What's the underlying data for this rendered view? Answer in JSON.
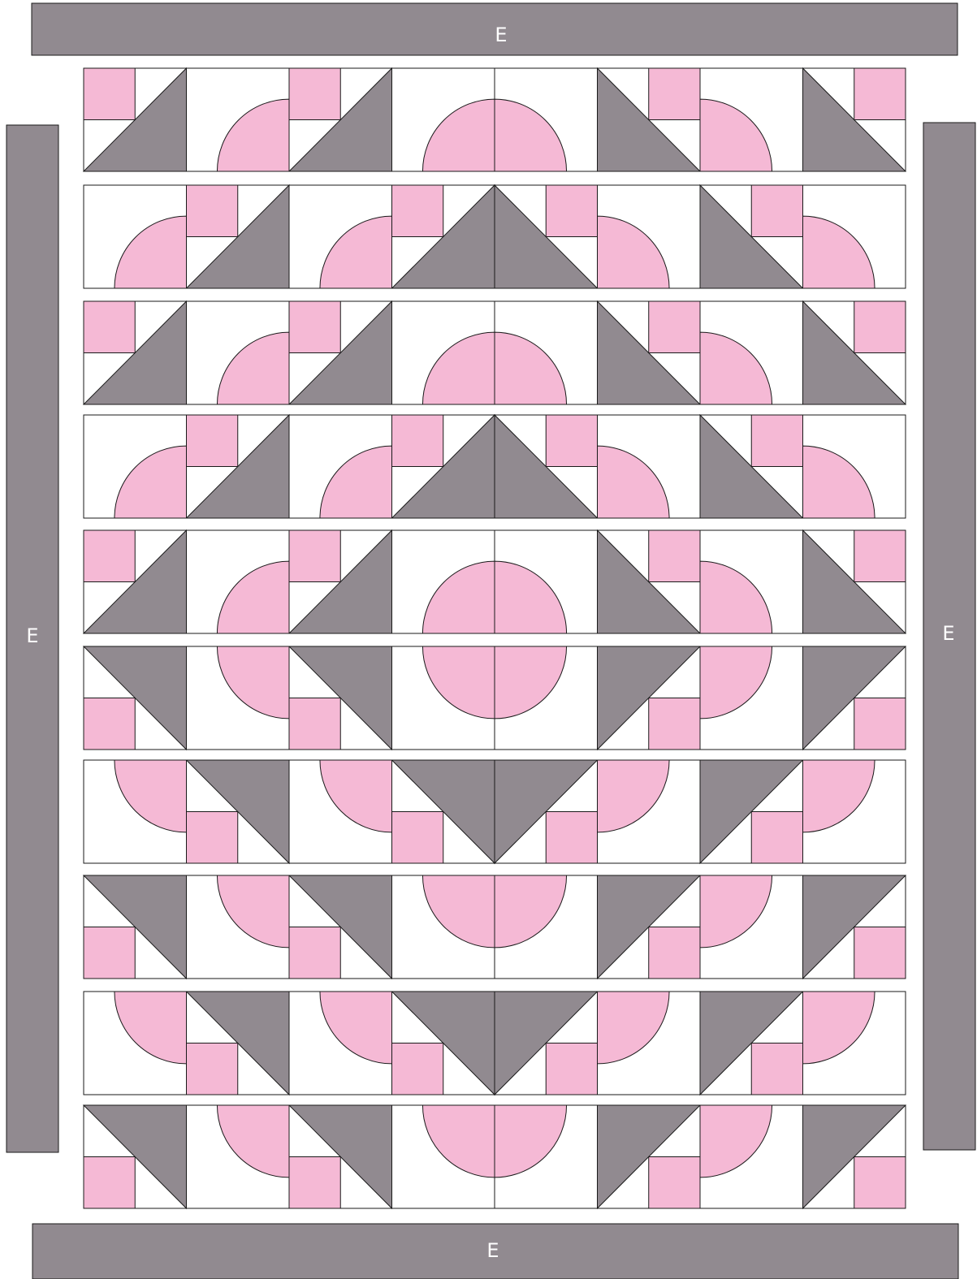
{
  "colors": {
    "pink": "#f5b9d5",
    "gray": "#918a90",
    "white": "#ffffff",
    "outline": "#1a1a1a"
  },
  "borders": {
    "top": "E",
    "bottom": "E",
    "left": "E",
    "right": "E"
  },
  "quilt": {
    "rows": 10,
    "columns": 8,
    "row_patterns": [
      [
        "A",
        "Q",
        "A",
        "R",
        "Rm",
        "Am",
        "Qm",
        "Am"
      ],
      [
        "Q",
        "A",
        "Q",
        "A",
        "Am",
        "Qm",
        "Am",
        "Qm"
      ]
    ],
    "row_flip": [
      false,
      false,
      false,
      false,
      false,
      true,
      true,
      true,
      true,
      true
    ],
    "row_alternate": [
      0,
      1,
      0,
      1,
      0,
      0,
      1,
      0,
      1,
      0
    ]
  }
}
